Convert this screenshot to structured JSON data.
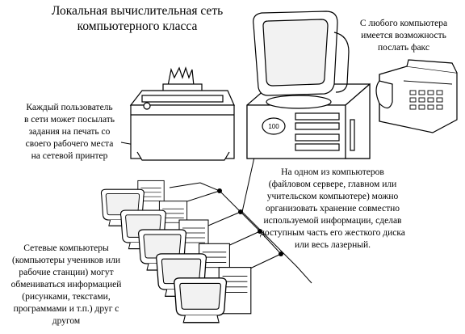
{
  "title": {
    "line1": "Локальная вычислительная сеть",
    "line2": "компьютерного класса"
  },
  "notes": {
    "fax": [
      "С любого компьютера",
      "имеется возможность",
      "послать факс"
    ],
    "printer": [
      "Каждый пользователь",
      "в сети может посылать",
      "задания на печать со",
      "своего рабочего места",
      "на сетевой принтер"
    ],
    "server": [
      "На одном из компьютеров",
      "(файловом сервере, главном или",
      "учительском компьютере) можно",
      "организовать хранение совместно",
      "используемой информации, сделав",
      "доступным часть его жесткого диска",
      "или весь лазерный."
    ],
    "workstations": [
      "Сетевые компьютеры",
      "(компьютеры учеников или",
      "рабочие станции) могут",
      "обмениваться информацией",
      "(рисунками, текстами,",
      "программами и т.п.) друг с",
      "другом"
    ]
  },
  "server_badge": "100",
  "icons": {
    "printer": "network-printer-icon",
    "server": "file-server-computer-icon",
    "fax": "fax-machine-icon",
    "workstation": "workstation-computer-icon"
  },
  "colors": {
    "ink": "#000000",
    "paper": "#ffffff",
    "screen": "#f2f2f2"
  }
}
